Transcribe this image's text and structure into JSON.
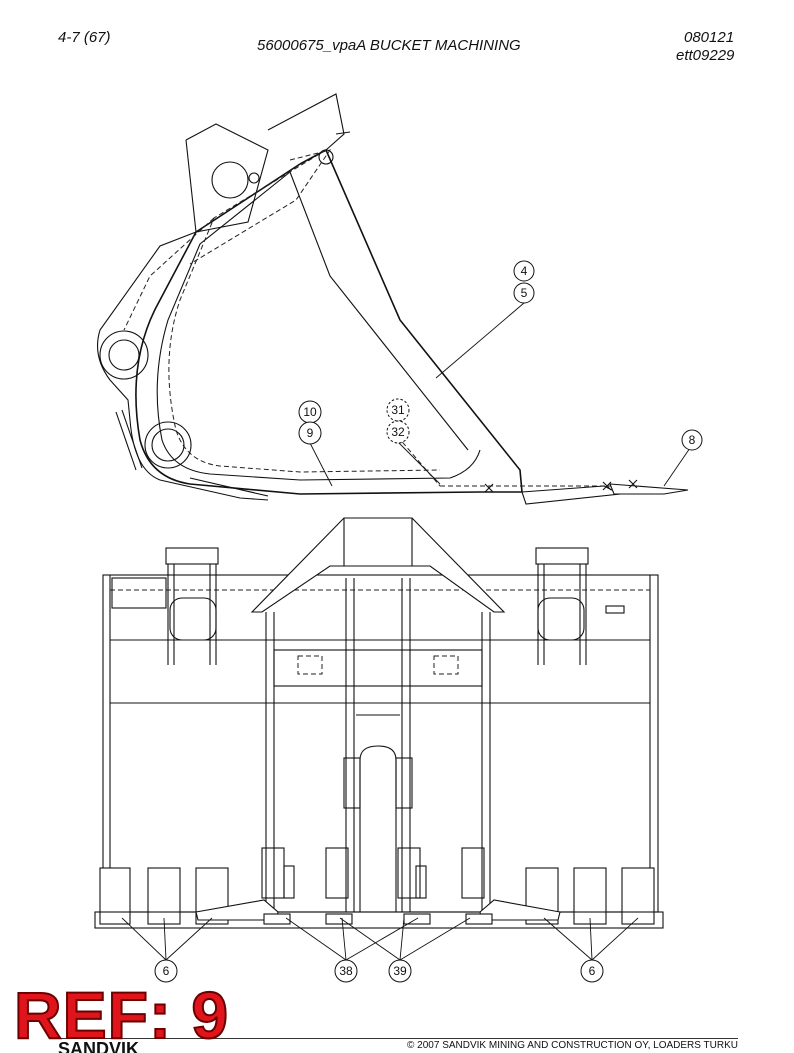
{
  "header": {
    "page_number": "4-7 (67)",
    "title": "56000675_vpaA BUCKET MACHINING",
    "code_date": "080121",
    "code_ref": "ett09229"
  },
  "callouts": {
    "c4": "4",
    "c5": "5",
    "c8": "8",
    "c10": "10",
    "c9": "9",
    "c31": "31",
    "c32": "32",
    "c6_left": "6",
    "c38": "38",
    "c39": "39",
    "c6_right": "6"
  },
  "stamp": {
    "ref_label": "REF: 9",
    "brand": "SANDVIK"
  },
  "footer": {
    "copyright": "© 2007 SANDVIK MINING AND CONSTRUCTION OY, LOADERS TURKU"
  }
}
